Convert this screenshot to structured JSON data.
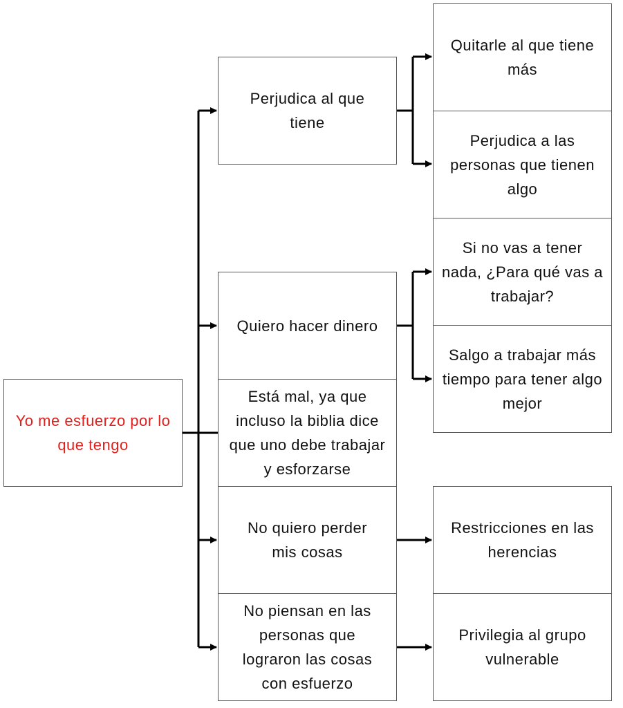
{
  "root": {
    "text": "Yo me esfuerzo por lo que tengo",
    "color": "#e0201c"
  },
  "middle": [
    {
      "text": "Perjudica al que tiene"
    },
    {
      "text": "Quiero hacer dinero"
    },
    {
      "text": "Está mal, ya que incluso la biblia dice que uno debe trabajar y esforzarse"
    },
    {
      "text": "No quiero perder mis cosas"
    },
    {
      "text": "No piensan en las personas que lograron las cosas con esfuerzo"
    }
  ],
  "right": [
    {
      "text": "Quitarle al que tiene más"
    },
    {
      "text": "Perjudica a las personas que tienen algo"
    },
    {
      "text": "Si no vas a tener nada, ¿Para qué vas a trabajar?"
    },
    {
      "text": "Salgo a trabajar más tiempo para tener algo mejor"
    },
    {
      "text": "Restricciones en las herencias"
    },
    {
      "text": "Privilegia al grupo vulnerable"
    }
  ]
}
